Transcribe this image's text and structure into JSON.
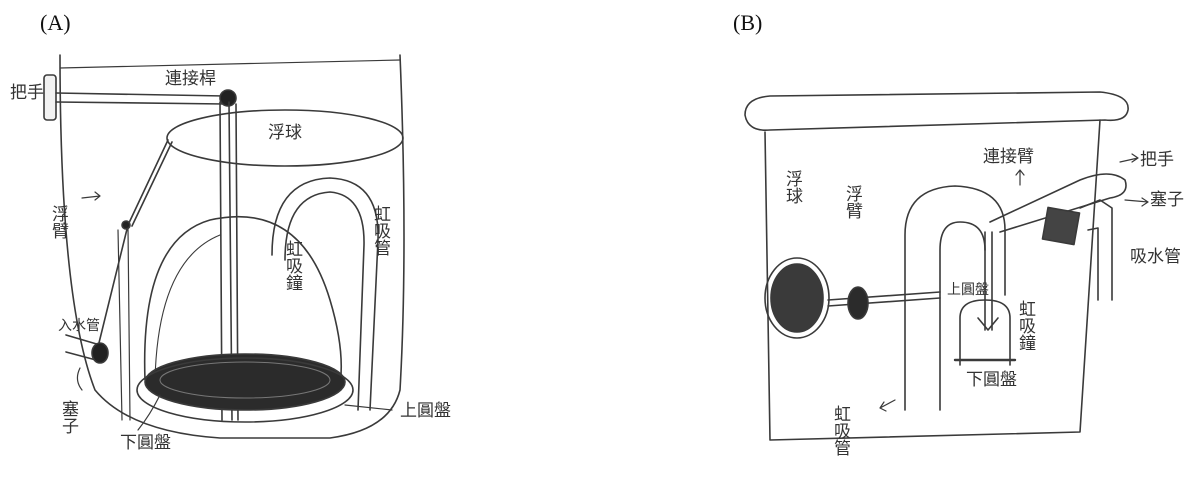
{
  "panels": {
    "a": {
      "label": "(A)",
      "annotations": {
        "handle": "把手",
        "lever": "連接桿",
        "float_ball": "浮球",
        "float_arm": "浮臂",
        "inlet_pipe": "入水管",
        "stopper": "塞子",
        "siphon_bell": "虹吸鐘",
        "siphon_pipe": "虹吸管",
        "upper_disc": "上圓盤",
        "lower_disc": "下圓盤"
      }
    },
    "b": {
      "label": "(B)",
      "annotations": {
        "float_ball": "浮球",
        "float_arm": "浮臂",
        "connecting_arm": "連接臂",
        "handle": "把手",
        "stopper": "塞子",
        "inlet_pipe": "吸水管",
        "upper_disc": "上圓盤",
        "siphon_bell": "虹吸鐘",
        "lower_disc": "下圓盤",
        "siphon_pipe": "虹吸管"
      }
    }
  }
}
